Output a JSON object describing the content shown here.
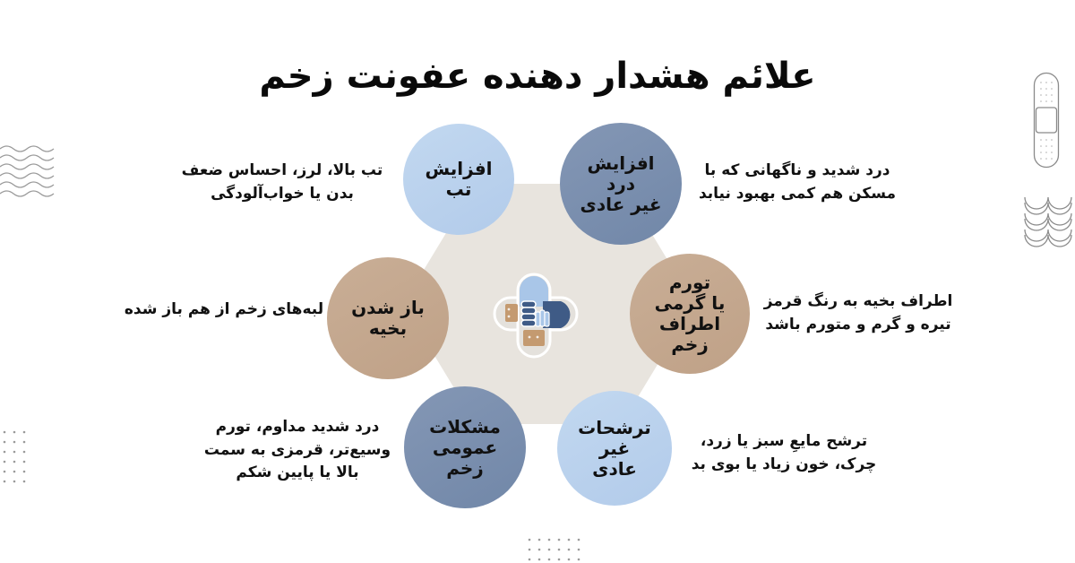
{
  "title": "علائم هشدار دهنده عفونت زخم",
  "colors": {
    "hexagon": "#e8e4de",
    "light_blue": "#b8d0ec",
    "slate_blue": "#7a8fae",
    "tan": "#c4a890",
    "navy": "#3f5b86"
  },
  "center_icon": "hands-with-bandage-icon",
  "items": [
    {
      "position": "top-right",
      "label": "افزایش درد غیر عادی",
      "label_lines": [
        "افزایش درد",
        "غیر عادی"
      ],
      "color": "slate_blue",
      "description_lines": [
        "درد شدید و ناگهانی که با",
        "مسکن هم کمی بهبود نیابد"
      ]
    },
    {
      "position": "top-left",
      "label": "افزایش تب",
      "label_lines": [
        "افزایش تب"
      ],
      "color": "light_blue",
      "description_lines": [
        "تب بالا، لرز، احساس ضعف",
        "بدن یا خواب‌آلودگی"
      ]
    },
    {
      "position": "middle-right",
      "label": "تورم یا گرمی اطراف زخم",
      "label_lines": [
        "تورم",
        "یا گرمی",
        "اطراف زخم"
      ],
      "color": "tan",
      "description_lines": [
        "اطراف بخیه به رنگ قرمز",
        "تیره و گرم و متورم باشد"
      ]
    },
    {
      "position": "middle-left",
      "label": "باز شدن بخیه",
      "label_lines": [
        "باز شدن",
        "بخیه"
      ],
      "color": "tan",
      "description_lines": [
        "لبه‌های زخم از هم باز شده"
      ]
    },
    {
      "position": "bottom-right",
      "label": "ترشحات غیر عادی",
      "label_lines": [
        "ترشحات",
        "غیر عادی"
      ],
      "color": "light_blue",
      "description_lines": [
        "ترشح مایعِ سبز یا زرد،",
        "چرک، خون زیاد یا بوی بد"
      ]
    },
    {
      "position": "bottom-left",
      "label": "مشکلات عمومی زخم",
      "label_lines": [
        "مشکلات",
        "عمومی",
        "زخم"
      ],
      "color": "slate_blue",
      "description_lines": [
        "درد شدید مداوم، تورم",
        "وسیع‌تر، قرمزی به سمت",
        "بالا یا پایین شکم"
      ]
    }
  ],
  "decorations": [
    "bandage-outline-icon",
    "scallop-pattern",
    "wave-lines-pattern",
    "dot-grid-left",
    "dot-grid-bottom"
  ]
}
